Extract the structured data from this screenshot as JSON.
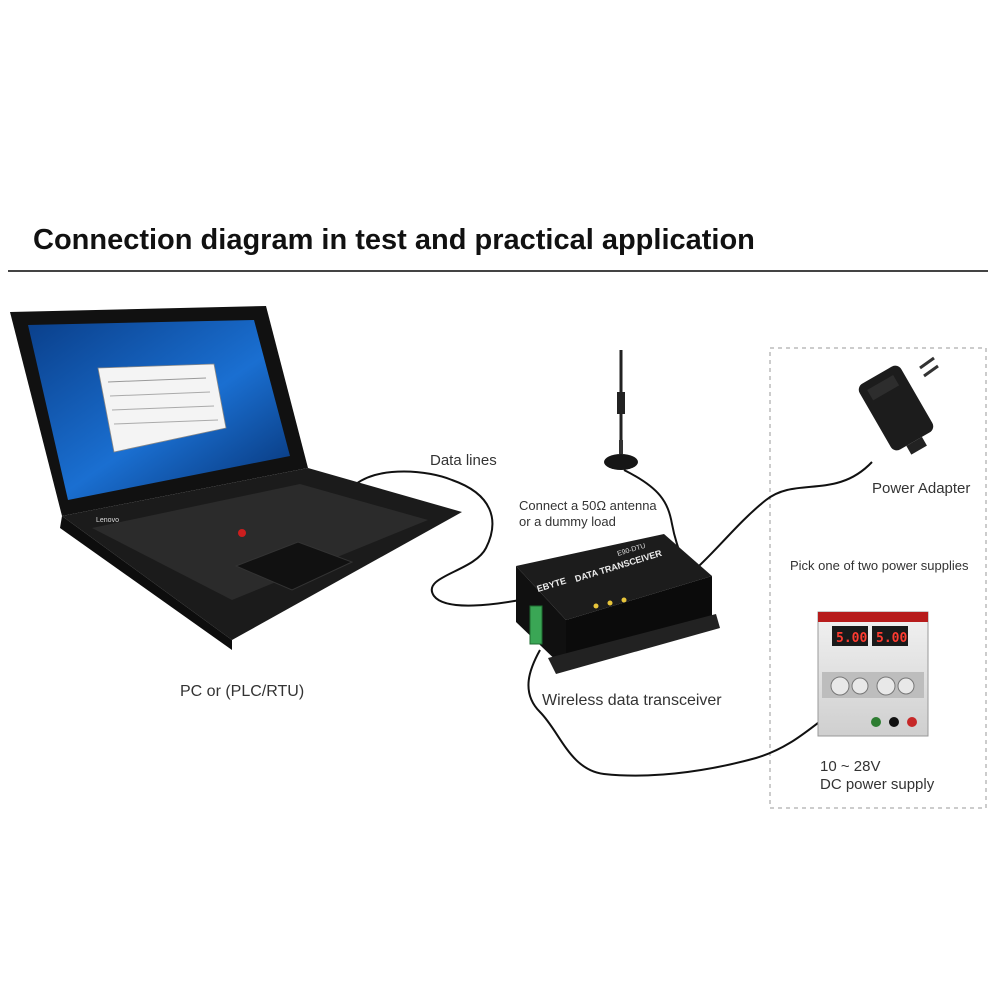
{
  "title": "Connection diagram in test and practical application",
  "labels": {
    "data_lines": "Data lines",
    "antenna_note_line1": "Connect a 50Ω antenna",
    "antenna_note_line2": "or a dummy load",
    "power_adapter": "Power Adapter",
    "pick_power": "Pick one of two power supplies",
    "pc": "PC or (PLC/RTU)",
    "transceiver": "Wireless data transceiver",
    "dc_voltage": "10 ~ 28V",
    "dc_supply": "DC power supply"
  },
  "device": {
    "model": "E90-DTU",
    "front_text": "DATA TRANSCEIVER",
    "brand": "EBYTE"
  },
  "laptop": {
    "brand": "Lenovo"
  },
  "psu": {
    "reading_left": "5.00",
    "reading_right": "5.00"
  },
  "icons": [
    "laptop-icon",
    "antenna-icon",
    "transceiver-icon",
    "power-adapter-icon",
    "dc-power-supply-icon"
  ]
}
